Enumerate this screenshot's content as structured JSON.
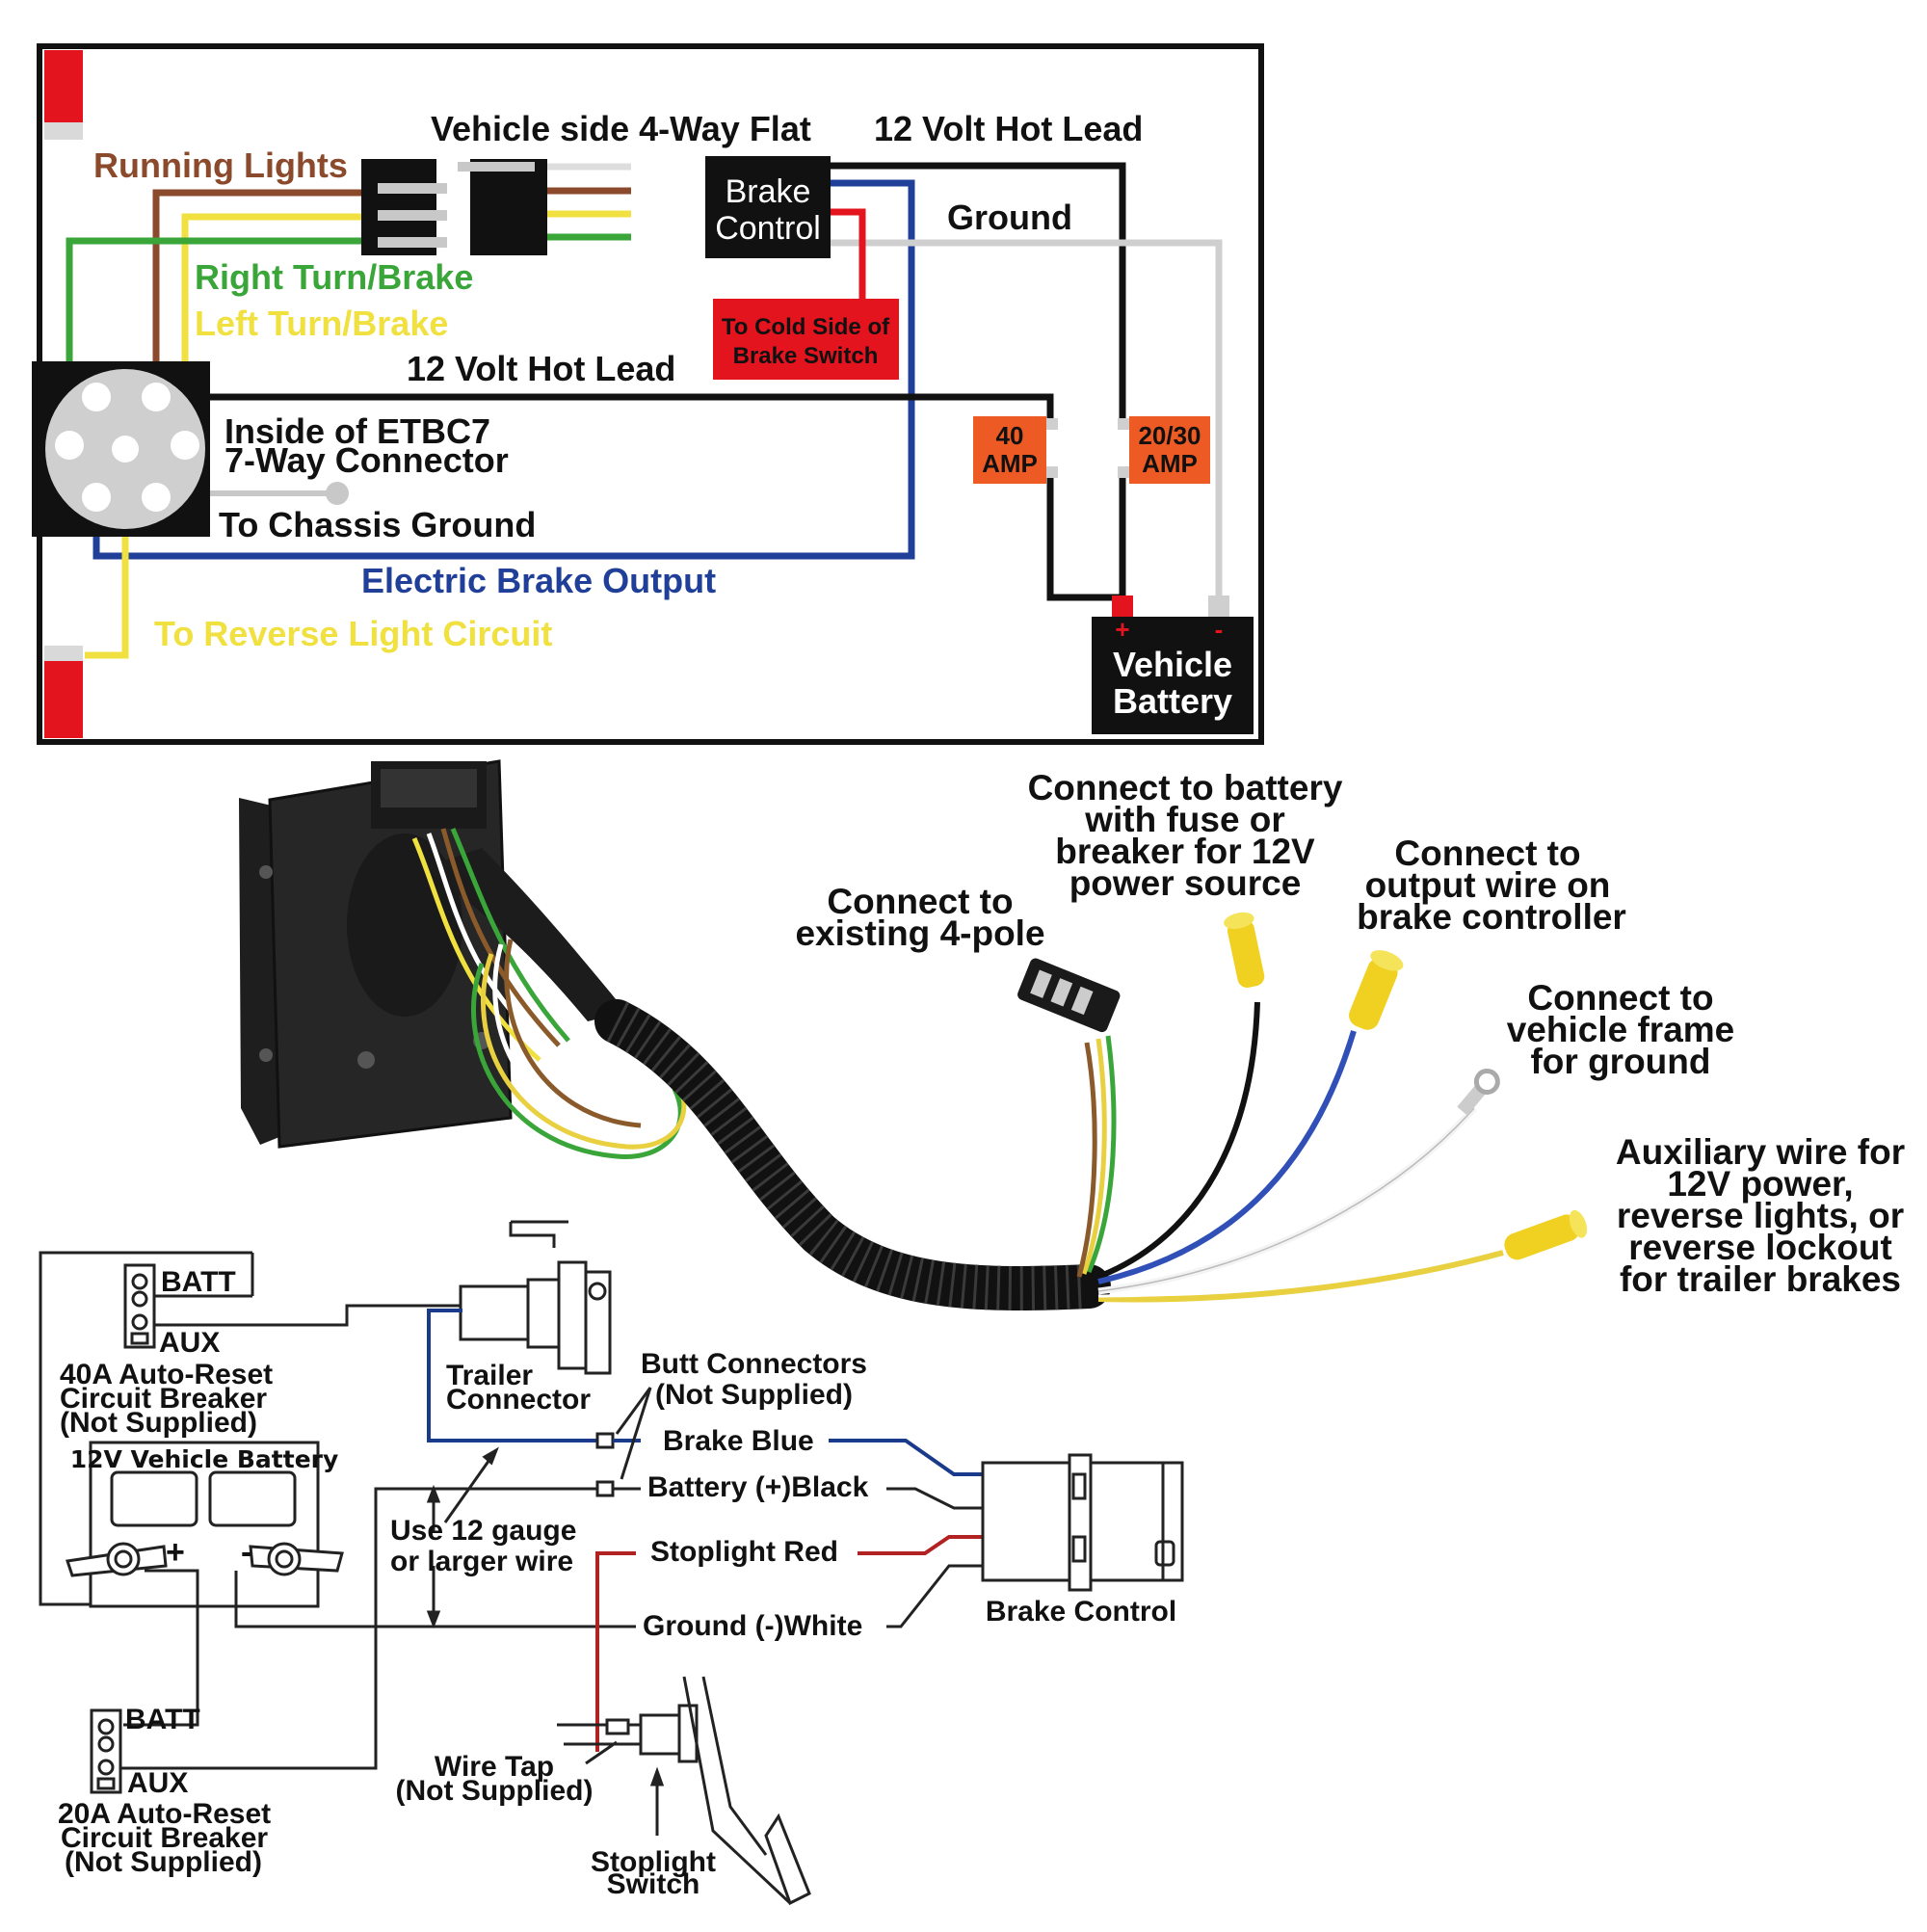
{
  "top_panel": {
    "vehicle_side": "Vehicle side 4-Way Flat",
    "hot_lead_top": "12 Volt Hot Lead",
    "ground": "Ground",
    "brake_control": [
      "Brake",
      "Control"
    ],
    "cold_side": [
      "To Cold Side of",
      "Brake Switch"
    ],
    "running_lights": "Running Lights",
    "right_turn": "Right Turn/Brake",
    "left_turn": "Left Turn/Brake",
    "hot_lead_mid": "12 Volt Hot Lead",
    "inside": [
      "Inside of ETBC7",
      "7-Way Connector"
    ],
    "chassis_ground": "To Chassis Ground",
    "brake_output": "Electric Brake Output",
    "reverse": "To Reverse Light Circuit",
    "fuse_40": [
      "40",
      "AMP"
    ],
    "fuse_2030": [
      "20/30",
      "AMP"
    ],
    "battery": [
      "Vehicle",
      "Battery"
    ],
    "plus": "+",
    "minus": "-"
  },
  "harness": {
    "battery_note": [
      "Connect to battery",
      "with fuse or",
      "breaker for 12V",
      "power source"
    ],
    "four_pole": [
      "Connect to",
      "existing 4-pole"
    ],
    "controller": [
      "Connect to",
      "output wire on",
      "brake controller"
    ],
    "frame": [
      "Connect to",
      "vehicle frame",
      "for ground"
    ],
    "aux": [
      "Auxiliary wire for",
      "12V power,",
      "reverse lights, or",
      "reverse lockout",
      "for trailer brakes"
    ]
  },
  "bottom_diagram": {
    "batt1": "BATT",
    "aux1": "AUX",
    "breaker40": [
      "40A Auto-Reset",
      "Circuit Breaker",
      "(Not Supplied)"
    ],
    "battery12": "12V Vehicle Battery",
    "plus": "+",
    "minus": "-",
    "trailer_connector": [
      "Trailer",
      "Connector"
    ],
    "butt": [
      "Butt Connectors",
      "(Not Supplied)"
    ],
    "brake_blue": "Brake Blue",
    "battery_black": "Battery (+)Black",
    "gauge": [
      "Use 12 gauge",
      "or larger wire"
    ],
    "stoplight_red": "Stoplight Red",
    "ground_white": "Ground (-)White",
    "brake_control": "Brake Control",
    "batt2": "BATT",
    "aux2": "AUX",
    "breaker20": [
      "20A Auto-Reset",
      "Circuit Breaker",
      "(Not Supplied)"
    ],
    "wire_tap": [
      "Wire Tap",
      "(Not Supplied)"
    ],
    "stoplight_switch": [
      "Stoplight",
      "Switch"
    ]
  },
  "colors": {
    "brown": "#8b4a2b",
    "green": "#3aa63a",
    "yellow": "#f0e040",
    "blue": "#1f3f99",
    "red": "#e3141e",
    "orange": "#ee5a24",
    "grey": "#cfcfcf",
    "black": "#111111",
    "dark_red": "#b22222",
    "dark_blue": "#1a3a8c"
  }
}
